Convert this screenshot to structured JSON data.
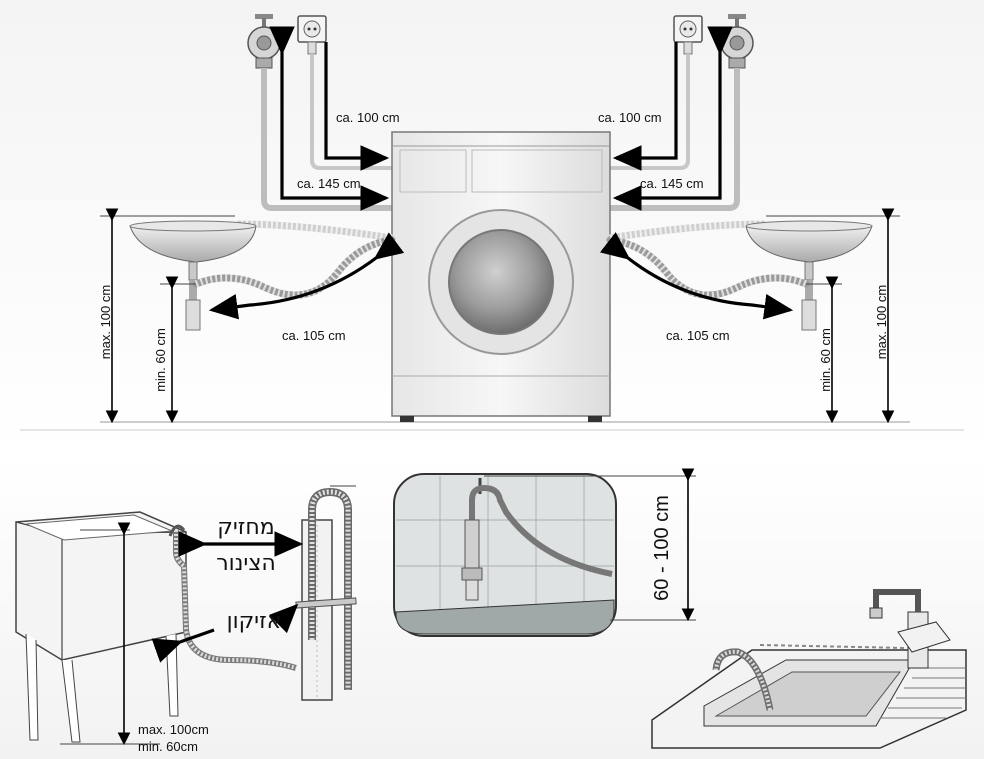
{
  "top_diagram": {
    "left": {
      "power_cable_length": "ca. 100 cm",
      "inlet_hose_length": "ca. 145 cm",
      "drain_hose_length": "ca. 105 cm",
      "max_height": "max. 100 cm",
      "min_height": "min. 60 cm"
    },
    "right": {
      "power_cable_length": "ca. 100 cm",
      "inlet_hose_length": "ca. 145 cm",
      "drain_hose_length": "ca. 105 cm",
      "max_height": "max. 100 cm",
      "min_height": "min. 60 cm"
    }
  },
  "bottom_diagram": {
    "hose_holder_label_line1": "מחזיק",
    "hose_holder_label_line2": "הצינור",
    "strap_label": "אזיקון",
    "tub_max_height": "max. 100cm",
    "tub_min_height": "min. 60cm",
    "wall_drain_height": "60 - 100 cm"
  }
}
